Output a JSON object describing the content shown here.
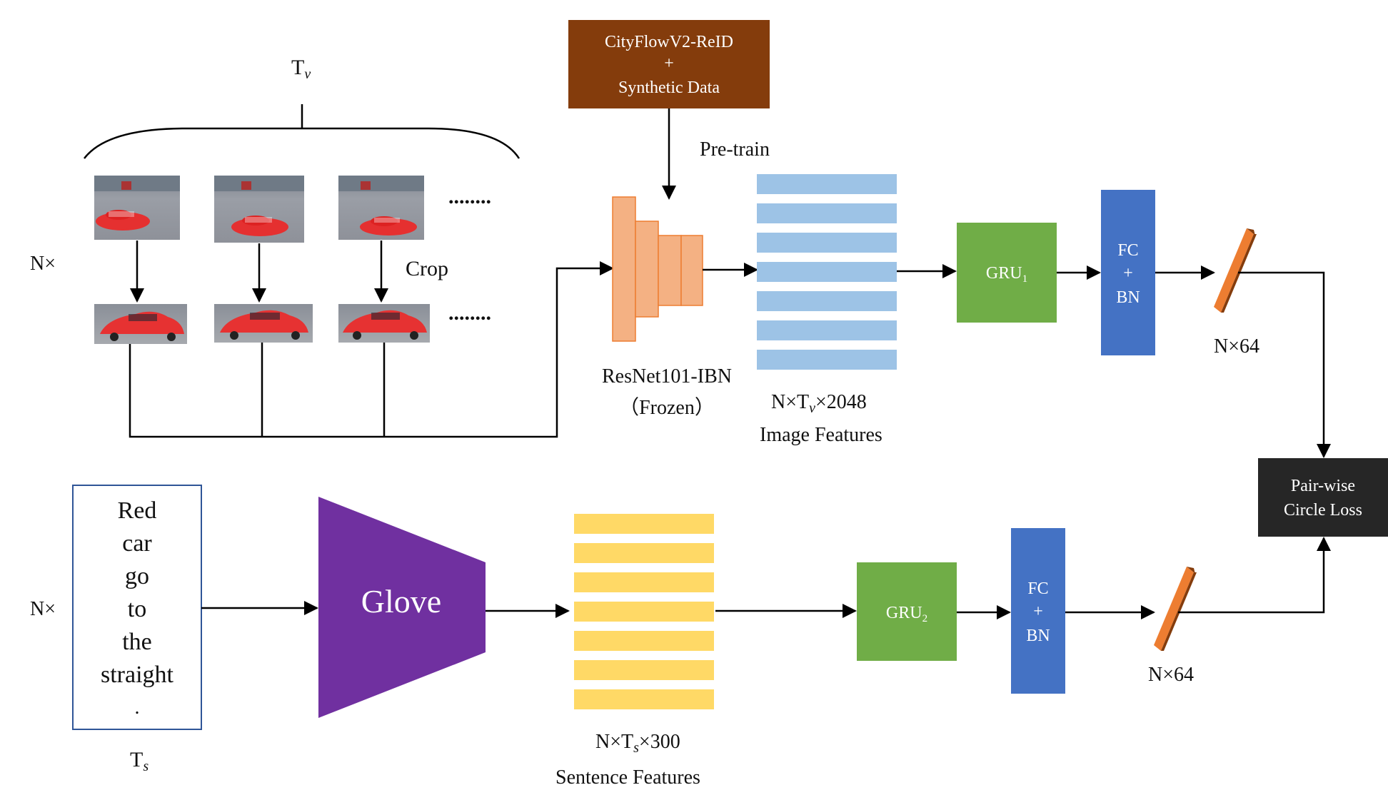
{
  "visual_branch": {
    "label_tv_main": "T",
    "label_tv_sub": "v",
    "label_n_times": "N×",
    "label_crop": "Crop",
    "ellipsis_row1": "........",
    "ellipsis_row2": "........"
  },
  "dataset_box": {
    "line1": "CityFlowV2-ReID",
    "line2": "+",
    "line3": "Synthetic Data",
    "color": "#843C0C"
  },
  "pretrain_label": "Pre-train",
  "backbone": {
    "label_line1": "ResNet101-IBN",
    "label_line2": "（Frozen）",
    "color": "#F4B183"
  },
  "image_features": {
    "dims_n": "N×T",
    "dims_sub": "v",
    "dims_rest": "×2048",
    "label": "Image Features",
    "color": "#9DC3E6"
  },
  "gru1": {
    "label_main": "GRU",
    "label_sub": "1",
    "color": "#70AD47"
  },
  "fcbn1": {
    "line1": "FC",
    "line2": "+",
    "line3": "BN",
    "color": "#4472C4"
  },
  "embed1": {
    "label": "N×64",
    "color": "#ED7D31"
  },
  "loss_box": {
    "line1": "Pair-wise",
    "line2": "Circle Loss",
    "color": "#262626"
  },
  "text_branch": {
    "label_n_times": "N×",
    "sentence_words": [
      "Red",
      "car",
      "go",
      "to",
      "the",
      "straight",
      "."
    ],
    "label_ts_main": "T",
    "label_ts_sub": "s"
  },
  "glove": {
    "label": "Glove",
    "color": "#7030A0"
  },
  "sentence_features": {
    "dims_n": "N×T",
    "dims_sub": "s",
    "dims_rest": "×300",
    "label": "Sentence Features",
    "color": "#FFD966"
  },
  "gru2": {
    "label_main": "GRU",
    "label_sub": "2",
    "color": "#70AD47"
  },
  "fcbn2": {
    "line1": "FC",
    "line2": "+",
    "line3": "BN",
    "color": "#4472C4"
  },
  "embed2": {
    "label": "N×64",
    "color": "#ED7D31"
  }
}
